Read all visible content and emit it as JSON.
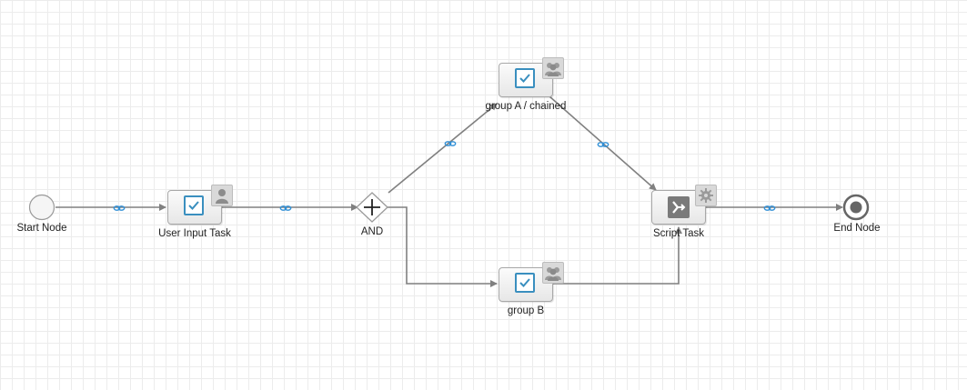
{
  "diagram": {
    "nodes": {
      "start": {
        "label": "Start Node",
        "type": "start-event"
      },
      "user_input_task": {
        "label": "User Input Task",
        "type": "user-task"
      },
      "and_gateway": {
        "label": "AND",
        "type": "parallel-gateway"
      },
      "group_a": {
        "label": "group A / chained",
        "type": "group-task"
      },
      "group_b": {
        "label": "group B",
        "type": "group-task"
      },
      "script_task": {
        "label": "Script Task",
        "type": "script-task"
      },
      "end": {
        "label": "End Node",
        "type": "end-event"
      }
    },
    "connections": [
      {
        "from": "Start Node",
        "to": "User Input Task"
      },
      {
        "from": "User Input Task",
        "to": "AND"
      },
      {
        "from": "AND",
        "to": "group A / chained"
      },
      {
        "from": "AND",
        "to": "group B"
      },
      {
        "from": "group A / chained",
        "to": "Script Task"
      },
      {
        "from": "group B",
        "to": "Script Task"
      },
      {
        "from": "Script Task",
        "to": "End Node"
      }
    ],
    "colors": {
      "connector": "#808080",
      "link_icon": "#2f8fd6",
      "task_icon": "#3a8fbf",
      "grid": "#ececec"
    },
    "icons": {
      "link": "chain-link-icon",
      "user_task": "checkbox-icon",
      "user_badge": "user-icon",
      "group_badge": "group-icon",
      "script": "script-icon",
      "settings_badge": "gear-icon"
    }
  }
}
